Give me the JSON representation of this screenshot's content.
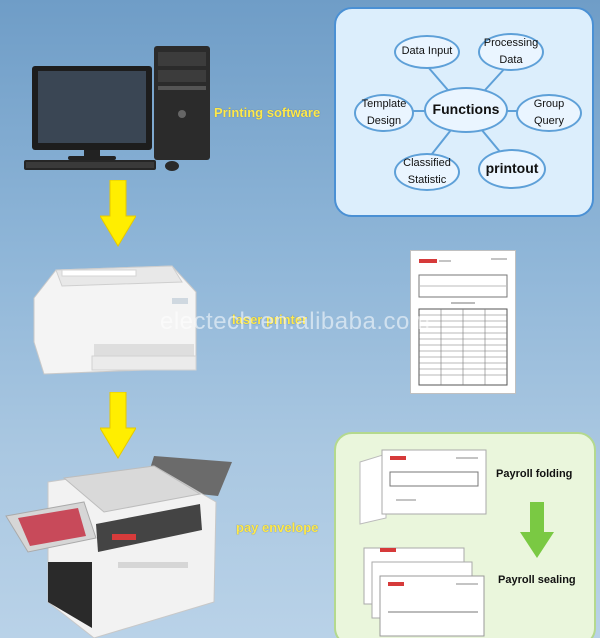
{
  "labels": {
    "printing_software": "Printing software",
    "laser_printer": "laser printer",
    "pay_envelope": "pay envelope",
    "watermark": "electech.en.alibaba.com"
  },
  "functions": {
    "center": "Functions",
    "data_input": "Data Input",
    "processing_line1": "Processing",
    "processing_line2": "Data",
    "template_line1": "Template",
    "template_line2": "Design",
    "group_line1": "Group",
    "group_line2": "Query",
    "classified_line1": "Classified",
    "classified_line2": "Statistic",
    "printout": "printout"
  },
  "payroll": {
    "folding": "Payroll folding",
    "sealing": "Payroll sealing"
  },
  "colors": {
    "arrow_yellow": "#ffee00",
    "arrow_green": "#7ac943",
    "panel_border": "#4a90d4",
    "label_yellow": "#ffe94a"
  }
}
